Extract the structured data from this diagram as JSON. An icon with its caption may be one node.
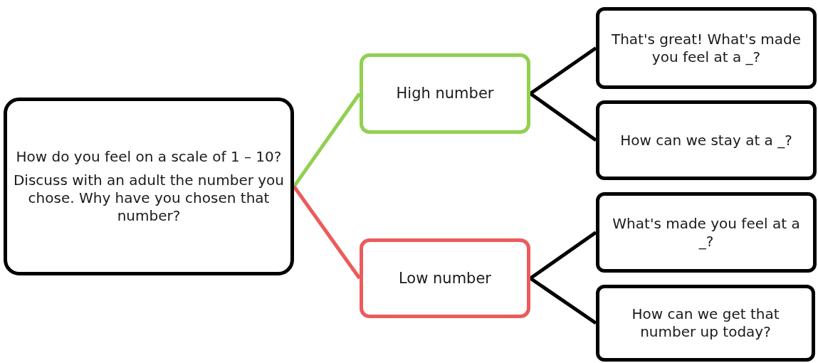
{
  "diagram": {
    "nodes": [
      {
        "text": [
          "How do you feel on a scale of 1 – 10?",
          "Discuss with an adult the number you chose. Why have you chosen that number?"
        ]
      },
      {
        "text": [
          "High number"
        ]
      },
      {
        "text": [
          "Low number"
        ]
      },
      {
        "text": [
          "That's great! What's made you feel at a _?"
        ]
      },
      {
        "text": [
          "How can we stay at a _?"
        ]
      },
      {
        "text": [
          "What's made you feel at a _?"
        ]
      },
      {
        "text": [
          "How can we get that number up today?"
        ]
      }
    ],
    "edges": [
      {
        "from": 0,
        "to": 1,
        "arrow": "none",
        "color": "#92d050"
      },
      {
        "from": 0,
        "to": 2,
        "arrow": "none",
        "color": "#ec5b5b"
      },
      {
        "from": 1,
        "to": 3,
        "arrow": "none"
      },
      {
        "from": 1,
        "to": 4,
        "arrow": "none"
      },
      {
        "from": 2,
        "to": 5,
        "arrow": "none"
      },
      {
        "from": 2,
        "to": 6,
        "arrow": "none"
      }
    ]
  }
}
